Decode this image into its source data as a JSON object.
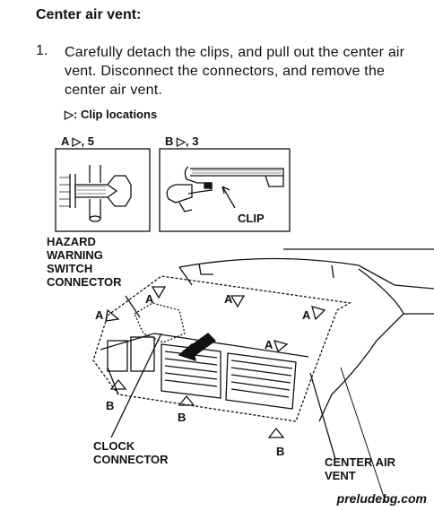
{
  "section_title": "Center air vent:",
  "step": {
    "number": "1.",
    "text": "Carefully detach the clips, and pull out the center air vent. Disconnect the connectors, and remove the center air vent."
  },
  "clip_note": "▷: Clip locations",
  "detail_a": {
    "label": "A ▷, 5"
  },
  "detail_b": {
    "label": "B ▷, 3",
    "clip_label": "CLIP"
  },
  "labels": {
    "hazard_connector": [
      "HAZARD",
      "WARNING",
      "SWITCH",
      "CONNECTOR"
    ],
    "clock_connector": [
      "CLOCK",
      "CONNECTOR"
    ],
    "center_air_vent": [
      "CENTER AIR",
      "VENT"
    ]
  },
  "clip_markers": {
    "a": "A",
    "b": "B"
  },
  "watermark": "preludebg.com"
}
